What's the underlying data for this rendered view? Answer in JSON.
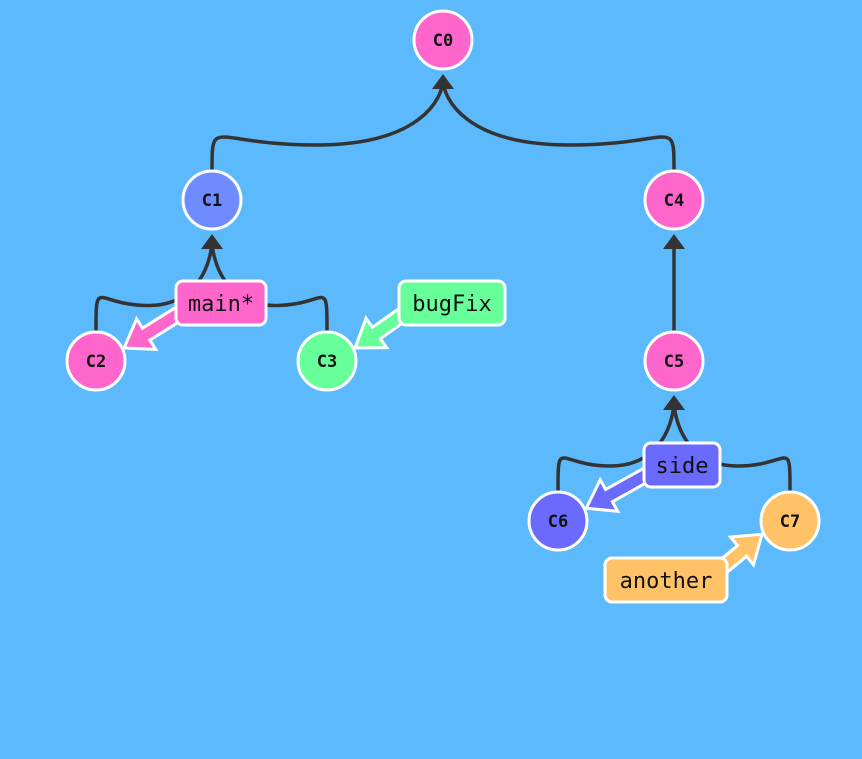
{
  "commits": [
    {
      "id": "C0",
      "color": "#ff66cc",
      "parents": []
    },
    {
      "id": "C1",
      "color": "#6e8cff",
      "parents": [
        "C0"
      ]
    },
    {
      "id": "C4",
      "color": "#ff66cc",
      "parents": [
        "C0"
      ]
    },
    {
      "id": "C2",
      "color": "#ff66cc",
      "parents": [
        "C1"
      ]
    },
    {
      "id": "C3",
      "color": "#66ff99",
      "parents": [
        "C1"
      ]
    },
    {
      "id": "C5",
      "color": "#ff66cc",
      "parents": [
        "C4"
      ]
    },
    {
      "id": "C6",
      "color": "#6a6aff",
      "parents": [
        "C5"
      ]
    },
    {
      "id": "C7",
      "color": "#ffc266",
      "parents": [
        "C5"
      ]
    }
  ],
  "branches": [
    {
      "name": "main*",
      "target": "C2",
      "color": "#ff66cc"
    },
    {
      "name": "bugFix",
      "target": "C3",
      "color": "#66ff99"
    },
    {
      "name": "side",
      "target": "C6",
      "color": "#6a6aff"
    },
    {
      "name": "another",
      "target": "C7",
      "color": "#ffc266"
    }
  ]
}
